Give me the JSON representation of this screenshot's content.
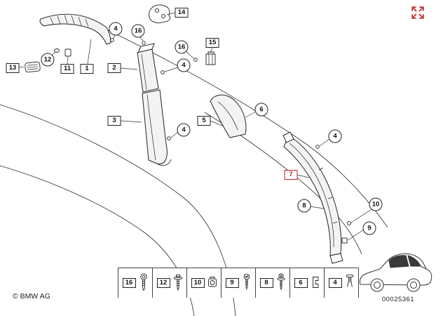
{
  "toolbar": {
    "expand_icon": "expand-arrows"
  },
  "callouts": [
    {
      "label": "14",
      "shape": "box"
    },
    {
      "label": "4",
      "shape": "circle"
    },
    {
      "label": "16",
      "shape": "circle"
    },
    {
      "label": "16",
      "shape": "circle"
    },
    {
      "label": "15",
      "shape": "box"
    },
    {
      "label": "12",
      "shape": "circle"
    },
    {
      "label": "13",
      "shape": "box"
    },
    {
      "label": "11",
      "shape": "box"
    },
    {
      "label": "1",
      "shape": "box"
    },
    {
      "label": "2",
      "shape": "box"
    },
    {
      "label": "4",
      "shape": "circle"
    },
    {
      "label": "3",
      "shape": "box"
    },
    {
      "label": "4",
      "shape": "circle"
    },
    {
      "label": "5",
      "shape": "box"
    },
    {
      "label": "6",
      "shape": "circle"
    },
    {
      "label": "4",
      "shape": "circle"
    },
    {
      "label": "7",
      "shape": "box",
      "highlighted": true
    },
    {
      "label": "8",
      "shape": "circle"
    },
    {
      "label": "10",
      "shape": "circle"
    },
    {
      "label": "9",
      "shape": "circle"
    }
  ],
  "legend": [
    {
      "label": "16",
      "icon": "torx-screw"
    },
    {
      "label": "12",
      "icon": "flange-screw"
    },
    {
      "label": "10",
      "icon": "speed-nut"
    },
    {
      "label": "9",
      "icon": "tapping-screw"
    },
    {
      "label": "8",
      "icon": "washer-screw"
    },
    {
      "label": "6",
      "icon": "clamp-clip"
    },
    {
      "label": "4",
      "icon": "expansion-rivet"
    }
  ],
  "footer": {
    "copyright": "© BMW AG",
    "diagram_number": "00025361"
  },
  "colors": {
    "highlight": "#c62222",
    "line": "#222222",
    "background": "#ffffff"
  }
}
